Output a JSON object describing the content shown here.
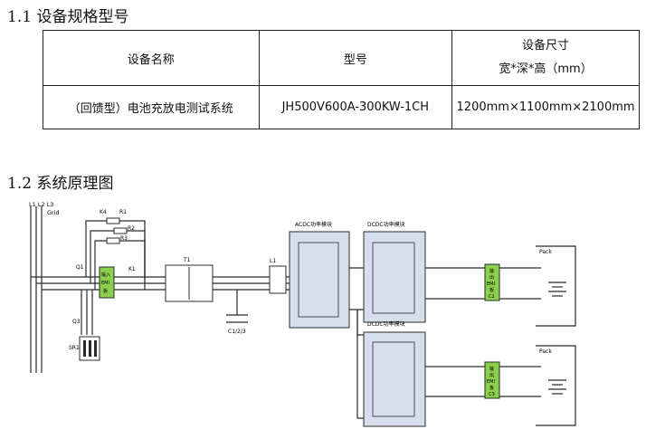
{
  "section_1_1": {
    "title": "1.1 设备规格型号"
  },
  "spec_table": {
    "headers": {
      "name": "设备名称",
      "model": "型号",
      "size_line1": "设备尺寸",
      "size_line2": "宽*深*高（mm）"
    },
    "rows": [
      {
        "name": "（回馈型）电池充放电测试系统",
        "model": "JH500V600A-300KW-1CH",
        "size": "1200mm×1100mm×2100mm"
      }
    ]
  },
  "section_1_2": {
    "title": "1.2 系统原理图"
  },
  "diagram": {
    "labels": {
      "phases": "L1 L2 L3",
      "grid": "Grid",
      "k4": "K4",
      "r1": "R1",
      "r2": "R2",
      "r3": "R3",
      "q1": "Q1",
      "k1": "K1",
      "q3": "Q3",
      "sr1": "SR1",
      "input_emi_1": "输入",
      "input_emi_2": "EMI",
      "input_emi_3": "板",
      "t1": "T1",
      "l1": "L1",
      "c123": "C1/2/3",
      "acdc": "ACDC功率模块",
      "dcdc_top": "DCDC功率模块",
      "dcdc_bottom": "DCDC功率模块",
      "out_emi_1": "输",
      "out_emi_2": "出",
      "out_emi_3": "EMI",
      "out_emi_4": "板",
      "out_emi_c2": "C2",
      "out_emi_c3": "C3",
      "pack_top": "Pack",
      "pack_bottom": "Pack"
    },
    "colors": {
      "module_fill": "#d7dfee",
      "emi_fill": "#8ccf4c",
      "line": "#2a2a2a"
    }
  }
}
